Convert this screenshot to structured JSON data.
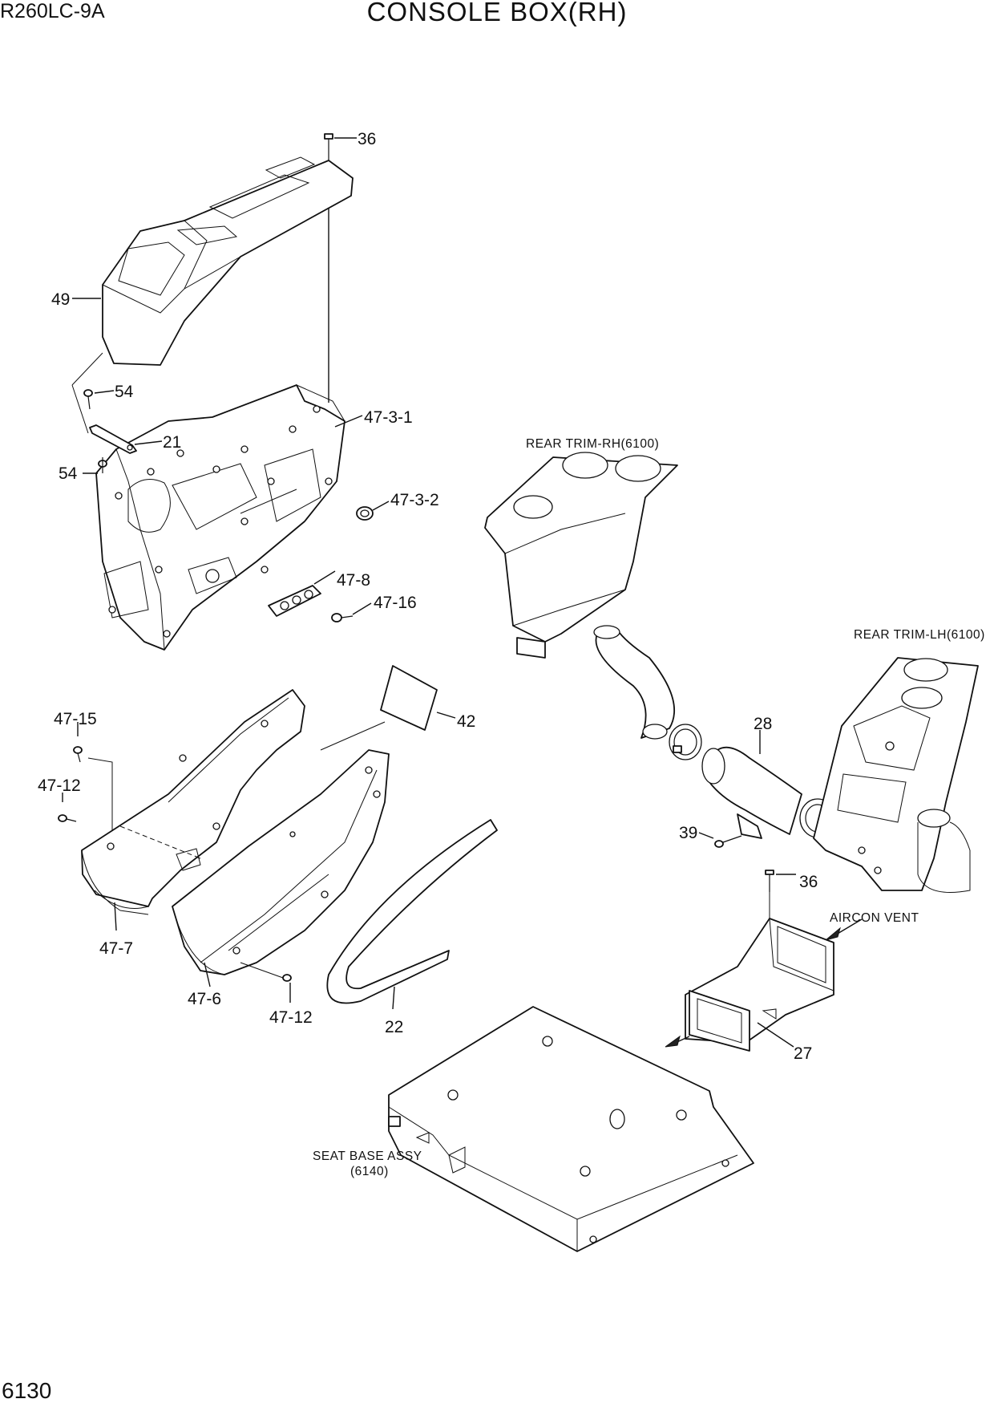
{
  "header": {
    "model": "R260LC-9A",
    "title": "CONSOLE BOX(RH)"
  },
  "footer": {
    "page_number": "6130"
  },
  "labels": {
    "l36a": "36",
    "l49": "49",
    "l54a": "54",
    "l21": "21",
    "l54b": "54",
    "l4731": "47-3-1",
    "l4732": "47-3-2",
    "l478": "47-8",
    "l4716": "47-16",
    "l4715": "47-15",
    "l4712a": "47-12",
    "l477": "47-7",
    "l476": "47-6",
    "l4712b": "47-12",
    "l42": "42",
    "l22": "22",
    "l28": "28",
    "l39": "39",
    "l36b": "36",
    "l27": "27"
  },
  "references": {
    "rear_trim_rh": "REAR TRIM-RH(6100)",
    "rear_trim_lh": "REAR TRIM-LH(6100)",
    "aircon_vent": "AIRCON VENT",
    "seat_base_line1": "SEAT BASE ASSY",
    "seat_base_line2": "(6140)"
  }
}
